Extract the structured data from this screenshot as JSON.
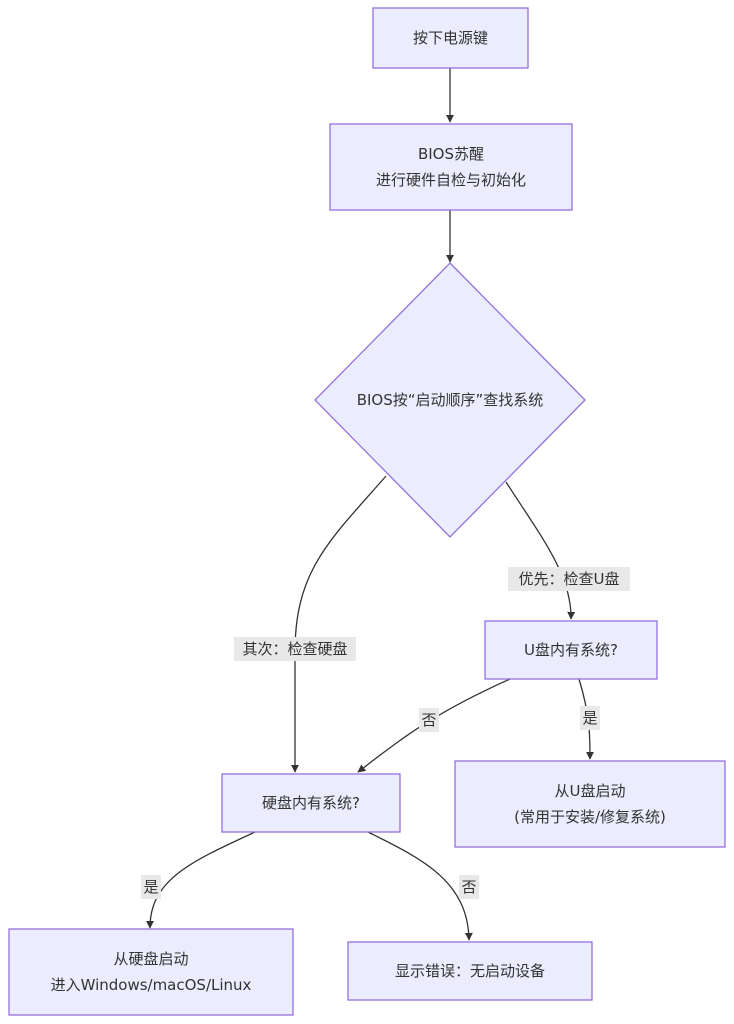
{
  "diagram": {
    "type": "flowchart",
    "direction": "top-down",
    "colors": {
      "node_fill": "#ECECFF",
      "node_border": "#9370DB",
      "text": "#333333",
      "edge": "#333333",
      "edge_label_bg": "#e8e8e8"
    },
    "nodes": [
      {
        "id": "power",
        "shape": "rect",
        "lines": [
          "按下电源键"
        ]
      },
      {
        "id": "bios",
        "shape": "rect",
        "lines": [
          "BIOS苏醒",
          "进行硬件自检与初始化"
        ]
      },
      {
        "id": "search",
        "shape": "diamond",
        "lines": [
          "BIOS按“启动顺序”查找系统"
        ]
      },
      {
        "id": "usb_check",
        "shape": "rect",
        "lines": [
          "U盘内有系统?"
        ]
      },
      {
        "id": "hdd_check",
        "shape": "rect",
        "lines": [
          "硬盘内有系统?"
        ]
      },
      {
        "id": "usb_boot",
        "shape": "rect",
        "lines": [
          "从U盘启动",
          "(常用于安装/修复系统)"
        ]
      },
      {
        "id": "hdd_boot",
        "shape": "rect",
        "lines": [
          "从硬盘启动",
          "进入Windows/macOS/Linux"
        ]
      },
      {
        "id": "error",
        "shape": "rect",
        "lines": [
          "显示错误：无启动设备"
        ]
      }
    ],
    "edges": [
      {
        "from": "power",
        "to": "bios",
        "label": ""
      },
      {
        "from": "bios",
        "to": "search",
        "label": ""
      },
      {
        "from": "search",
        "to": "usb_check",
        "label": "优先：检查U盘"
      },
      {
        "from": "search",
        "to": "hdd_check",
        "label": "其次：检查硬盘"
      },
      {
        "from": "usb_check",
        "to": "usb_boot",
        "label": "是"
      },
      {
        "from": "usb_check",
        "to": "hdd_check",
        "label": "否"
      },
      {
        "from": "hdd_check",
        "to": "hdd_boot",
        "label": "是"
      },
      {
        "from": "hdd_check",
        "to": "error",
        "label": "否"
      }
    ]
  }
}
